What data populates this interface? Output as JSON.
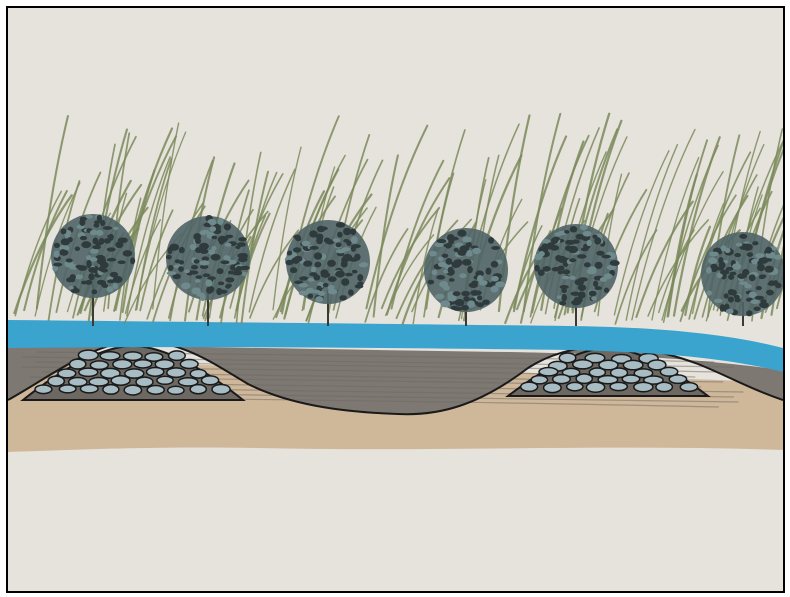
{
  "illustration": {
    "kind": "hand-drawn cross-section sketch",
    "elements": [
      "grass-stalk",
      "shrub",
      "water-band",
      "soil-layer",
      "cobble-mound"
    ],
    "shrub_count": 6,
    "cobble_mound_count": 2
  },
  "colors": {
    "background": "#e6e2dc",
    "grass": "#7a8a5a",
    "shrub_dark": "#2f3a3c",
    "shrub_mid": "#4f6466",
    "water": "#3aa4cf",
    "soil_top": "#7d7872",
    "soil_dark": "#6d6862",
    "sand": "#cfb79a",
    "cobble": "#a8bcc4",
    "outline": "#1a1a1a"
  }
}
